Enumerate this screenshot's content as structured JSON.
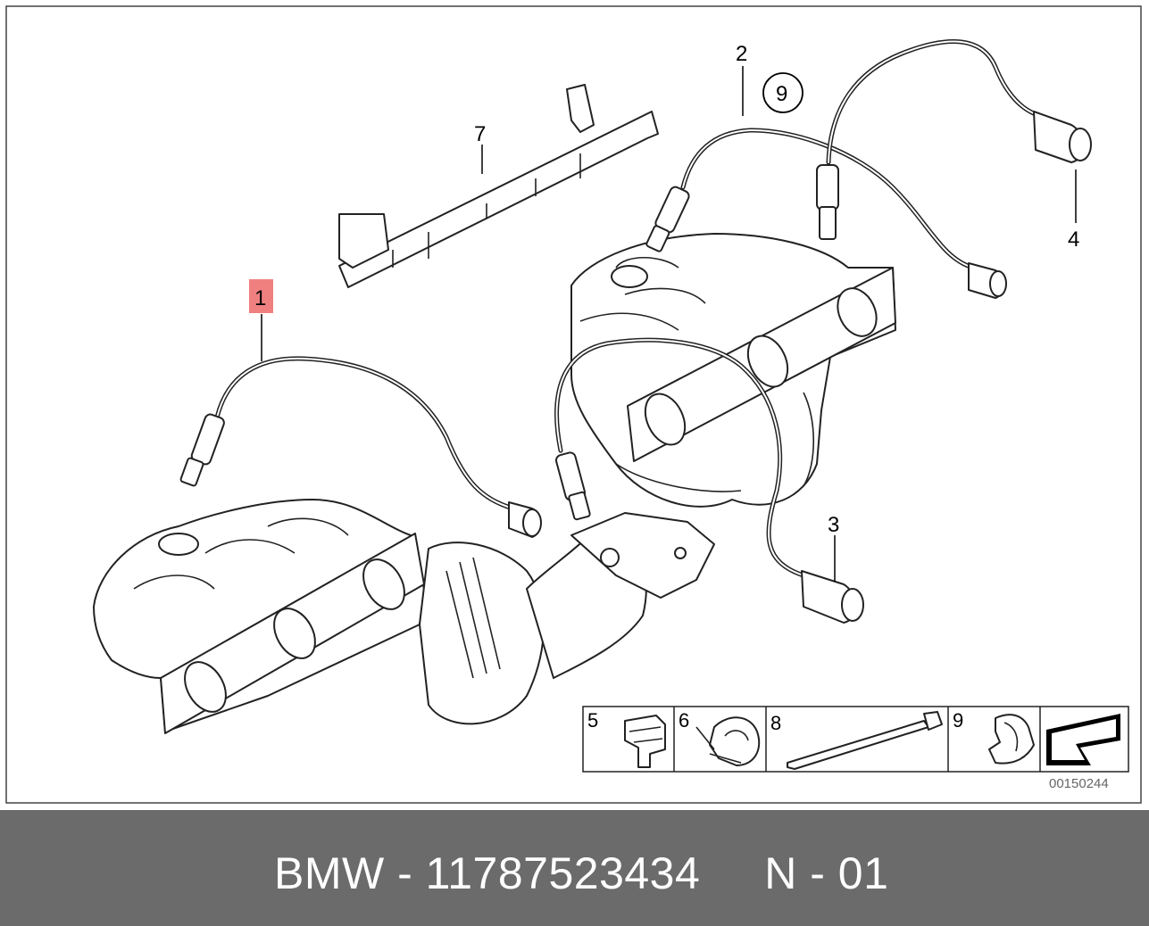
{
  "diagram": {
    "callouts": [
      "1",
      "2",
      "3",
      "4",
      "7",
      "9"
    ],
    "highlighted_callout": "1",
    "circled_callout": "9",
    "legend_items": [
      {
        "number": "5",
        "item": "clip"
      },
      {
        "number": "6",
        "item": "clamp"
      },
      {
        "number": "8",
        "item": "cable-tie"
      },
      {
        "number": "9",
        "item": "holder"
      }
    ],
    "diagram_code": "00150244",
    "colors": {
      "highlight": "#f08080",
      "footer_bg": "#6b6b6b",
      "footer_text": "#ffffff"
    }
  },
  "footer": {
    "text": "BMW - 11787523434     N - 01"
  }
}
